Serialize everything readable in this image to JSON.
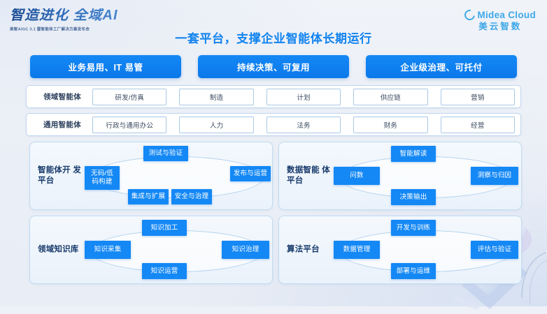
{
  "header": {
    "brand_title": "智造进化  全域AI",
    "brand_subtitle": "美智AIGC 3.1 暨智能体工厂解决方案发布会",
    "logo_en": "Midea Cloud",
    "logo_cn": "美云智数",
    "logo_mark": "midea-ring-icon",
    "main_title": "一套平台，支撑企业智能体长期运行"
  },
  "banners": [
    {
      "label": "业务易用、IT 易管"
    },
    {
      "label": "持续决策、可复用"
    },
    {
      "label": "企业级治理、可托付"
    }
  ],
  "agent_rows": [
    {
      "label": "领域智能体",
      "cells": [
        "研发/仿真",
        "制造",
        "计划",
        "供应链",
        "营销"
      ]
    },
    {
      "label": "通用智能体",
      "cells": [
        "行政与通用办公",
        "人力",
        "法务",
        "财务",
        "经营"
      ]
    }
  ],
  "panels": [
    {
      "title": "智能体开\n发平台",
      "top": "测试与验证",
      "left": "无码/低\n码构建",
      "right": "发布与运营",
      "bottom_1": "集成与扩展",
      "bottom_2": "安全与治理"
    },
    {
      "title": "数据智能\n体平台",
      "top": "智能解读",
      "left": "问数",
      "right": "洞察与归因",
      "bottom": "决策输出"
    },
    {
      "title": "领域知识库",
      "top": "知识加工",
      "left": "知识采集",
      "right": "知识治理",
      "bottom": "知识运营"
    },
    {
      "title": "算法平台",
      "top": "开发与训练",
      "left": "数据管理",
      "right": "评估与验证",
      "bottom": "部署与运维"
    }
  ],
  "colors": {
    "accent_blue": "#1488f5",
    "title_blue": "#1183ef",
    "panel_title_navy": "#173a6b",
    "logo_cyan": "#3ea8e8",
    "page_bg": "#eef1f7",
    "panel_border": "#c2dcf2"
  }
}
